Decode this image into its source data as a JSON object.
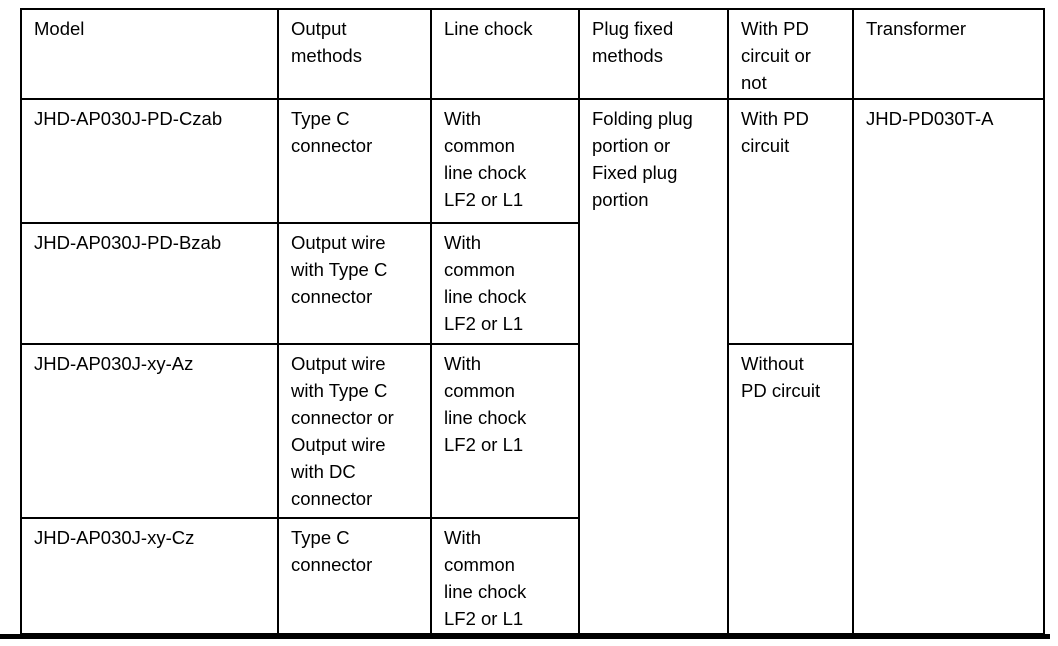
{
  "page": {
    "background_color": "#ffffff",
    "border_color": "#000000",
    "text_color": "#000000"
  },
  "table": {
    "headers": [
      "Model",
      "Output\nmethods",
      "Line chock",
      "Plug fixed\nmethods",
      "With PD\ncircuit or\nnot",
      "Transformer"
    ],
    "rows": [
      {
        "model": "JHD-AP030J-PD-Czab",
        "output_methods": "Type C\nconnector",
        "line_chock": "With\ncommon\nline chock\nLF2 or L1"
      },
      {
        "model": "JHD-AP030J-PD-Bzab",
        "output_methods": "Output wire\nwith Type C\nconnector",
        "line_chock": "With\ncommon\nline chock\nLF2 or L1"
      },
      {
        "model": "JHD-AP030J-xy-Az",
        "output_methods": "Output wire\nwith Type C\nconnector or\nOutput wire\nwith DC\nconnector",
        "line_chock": "With\ncommon\nline chock\nLF2 or L1"
      },
      {
        "model": "JHD-AP030J-xy-Cz",
        "output_methods": "Type C\nconnector",
        "line_chock": "With\ncommon\nline chock\nLF2 or L1"
      }
    ],
    "merged": {
      "plug_fixed_methods": "Folding plug\nportion or\nFixed plug\nportion",
      "with_pd_circuit": "With PD\ncircuit",
      "without_pd_circuit": "Without\nPD circuit",
      "transformer": "JHD-PD030T-A"
    }
  }
}
